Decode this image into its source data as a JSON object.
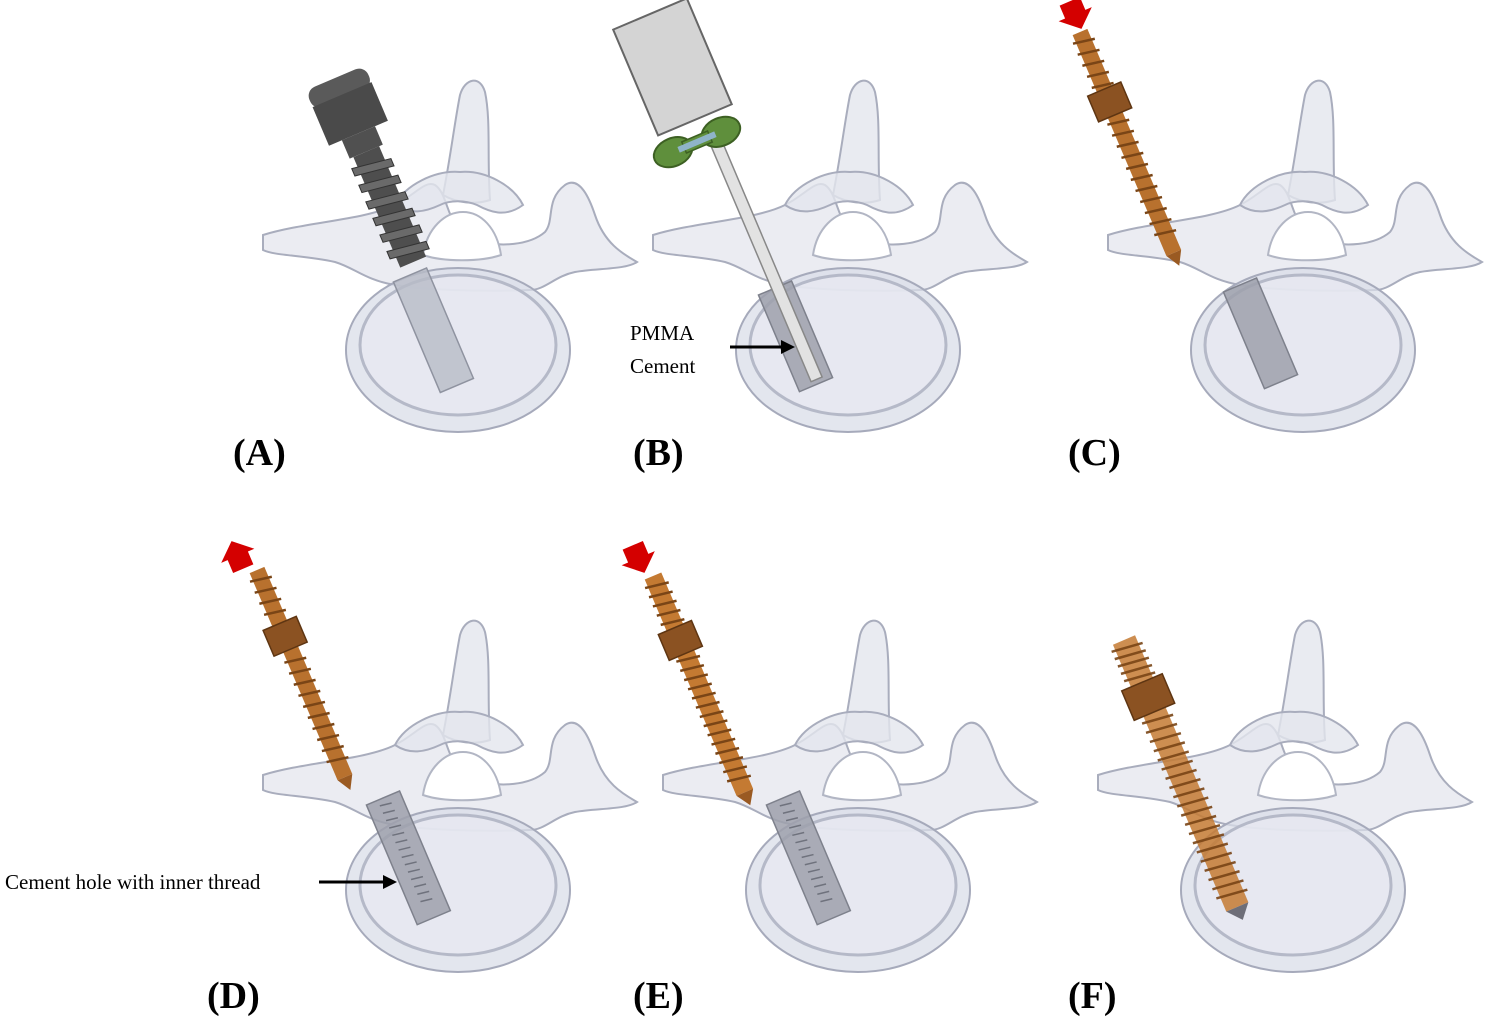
{
  "panels": [
    {
      "id": "A",
      "label": "(A)",
      "tool": "tap-drill"
    },
    {
      "id": "B",
      "label": "(B)",
      "tool": "cement-injector"
    },
    {
      "id": "C",
      "label": "(C)",
      "tool": "screw",
      "arrow": "down"
    },
    {
      "id": "D",
      "label": "(D)",
      "tool": "screw",
      "arrow": "up"
    },
    {
      "id": "E",
      "label": "(E)",
      "tool": "screw",
      "arrow": "down"
    },
    {
      "id": "F",
      "label": "(F)",
      "tool": "screw-inserted"
    }
  ],
  "annotations": {
    "pmma_line1": "PMMA",
    "pmma_line2": "Cement",
    "cement_hole": "Cement hole with inner thread"
  },
  "colors": {
    "bone_fill": "#e4e6ee",
    "bone_stroke": "#a9adbd",
    "drill": "#4a4a4a",
    "cement": "#9da0ac",
    "screw": "#b8712e",
    "screw_dark": "#7a4516",
    "arrow": "#d40000",
    "injector_wing": "#5f8f3c",
    "injector_body": "#d4d4d4"
  }
}
